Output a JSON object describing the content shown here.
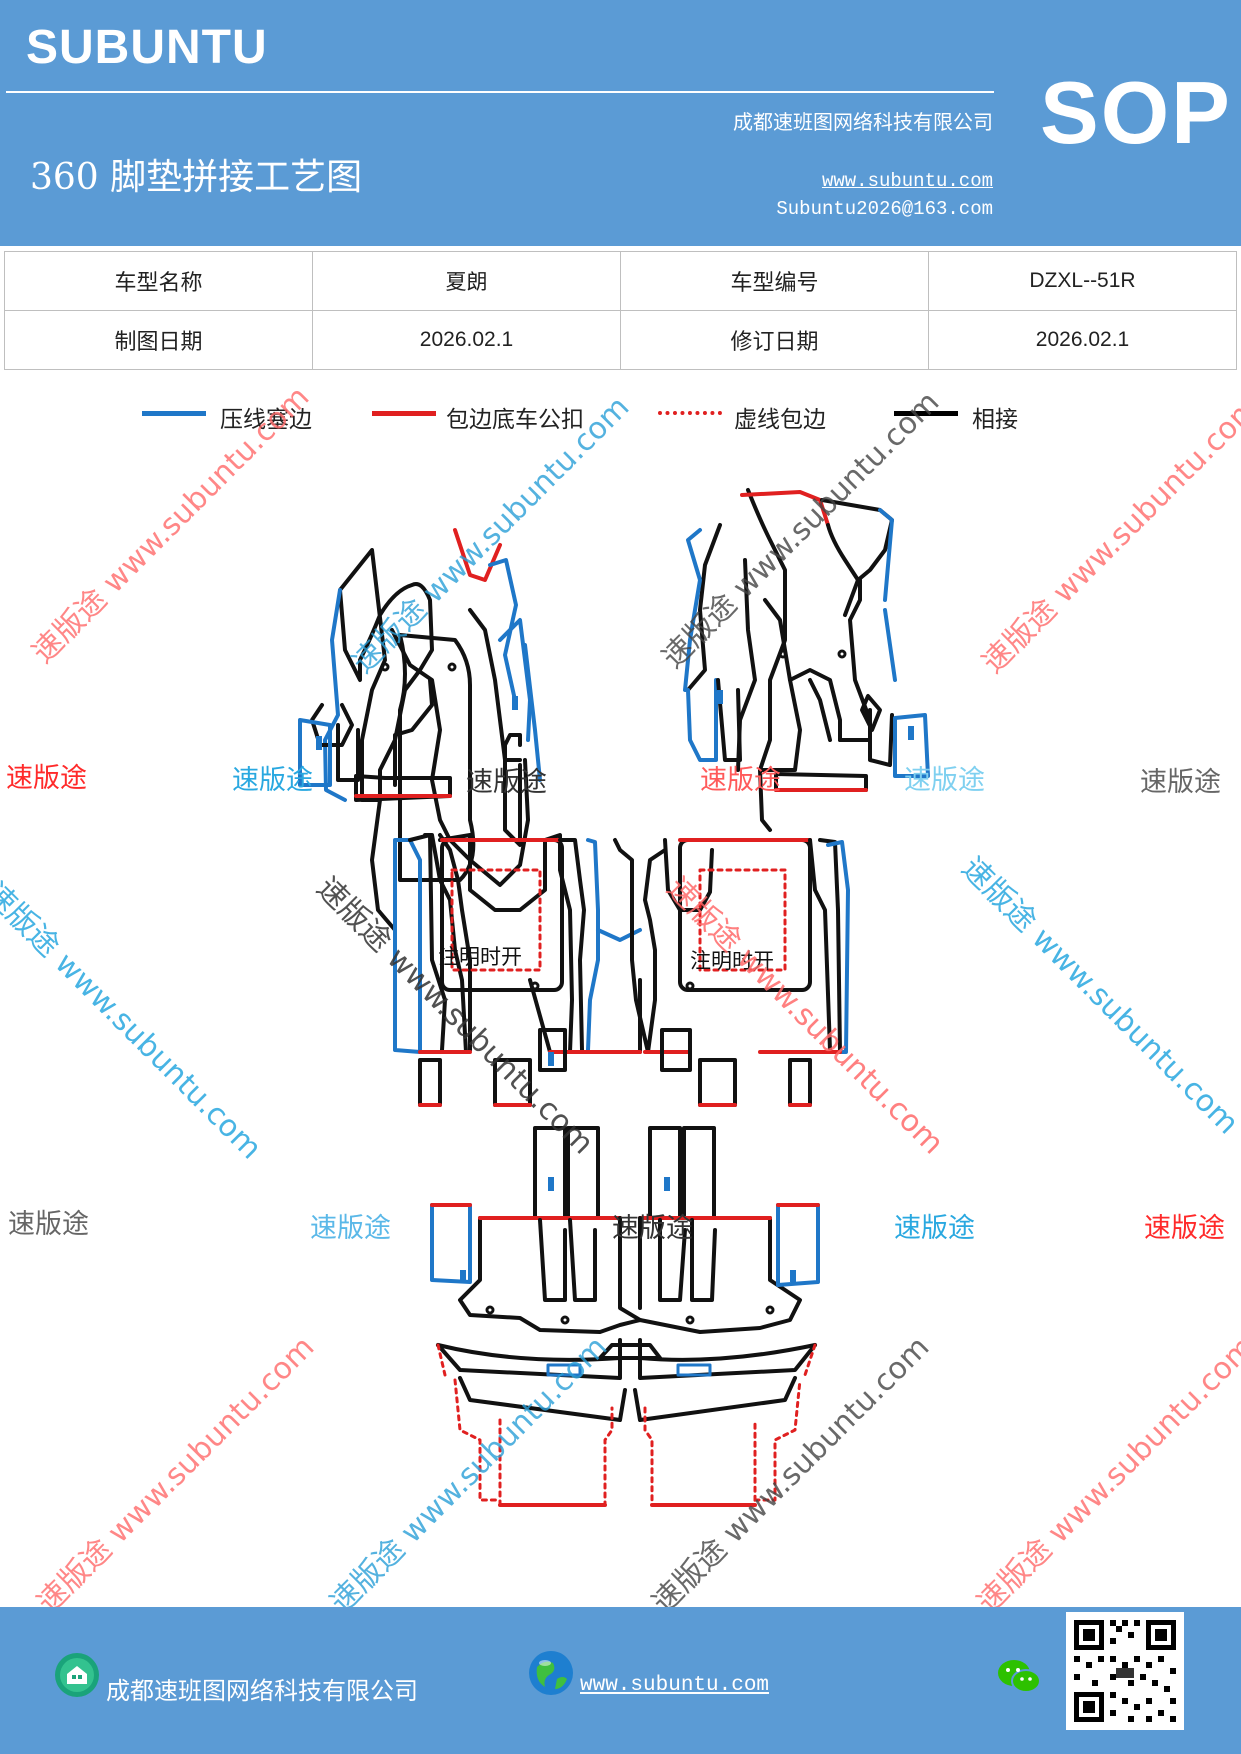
{
  "header": {
    "logo": "SUBUNTU",
    "doc_type": "SOP",
    "company": "成都速班图网络科技有限公司",
    "title": "360 脚垫拼接工艺图",
    "url": "www.subuntu.com",
    "email": "Subuntu2026@163.com"
  },
  "info_table": {
    "rows": [
      {
        "label1": "车型名称",
        "value1": "夏朗",
        "label2": "车型编号",
        "value2": "DZXL--51R"
      },
      {
        "label1": "制图日期",
        "value1": "2026.02.1",
        "label2": "修订日期",
        "value2": "2026.02.1"
      }
    ]
  },
  "legend": {
    "items": [
      {
        "label": "压线塞边",
        "color": "#1f77c8",
        "style": "solid"
      },
      {
        "label": "包边底车公扣",
        "color": "#e02020",
        "style": "solid"
      },
      {
        "label": "虚线包边",
        "color": "#e02020",
        "style": "dotted"
      },
      {
        "label": "相接",
        "color": "#000000",
        "style": "solid"
      }
    ]
  },
  "diagram": {
    "notes": [
      "注明时开",
      "注明时开"
    ]
  },
  "watermarks": {
    "word": "速版途",
    "diagonal": "速版途 www.subuntu.com",
    "colors": {
      "red": "#ff2a2a",
      "blue": "#29a8e0",
      "gray": "#666666"
    }
  },
  "footer": {
    "company": "成都速班图网络科技有限公司",
    "url": "www.subuntu.com"
  }
}
